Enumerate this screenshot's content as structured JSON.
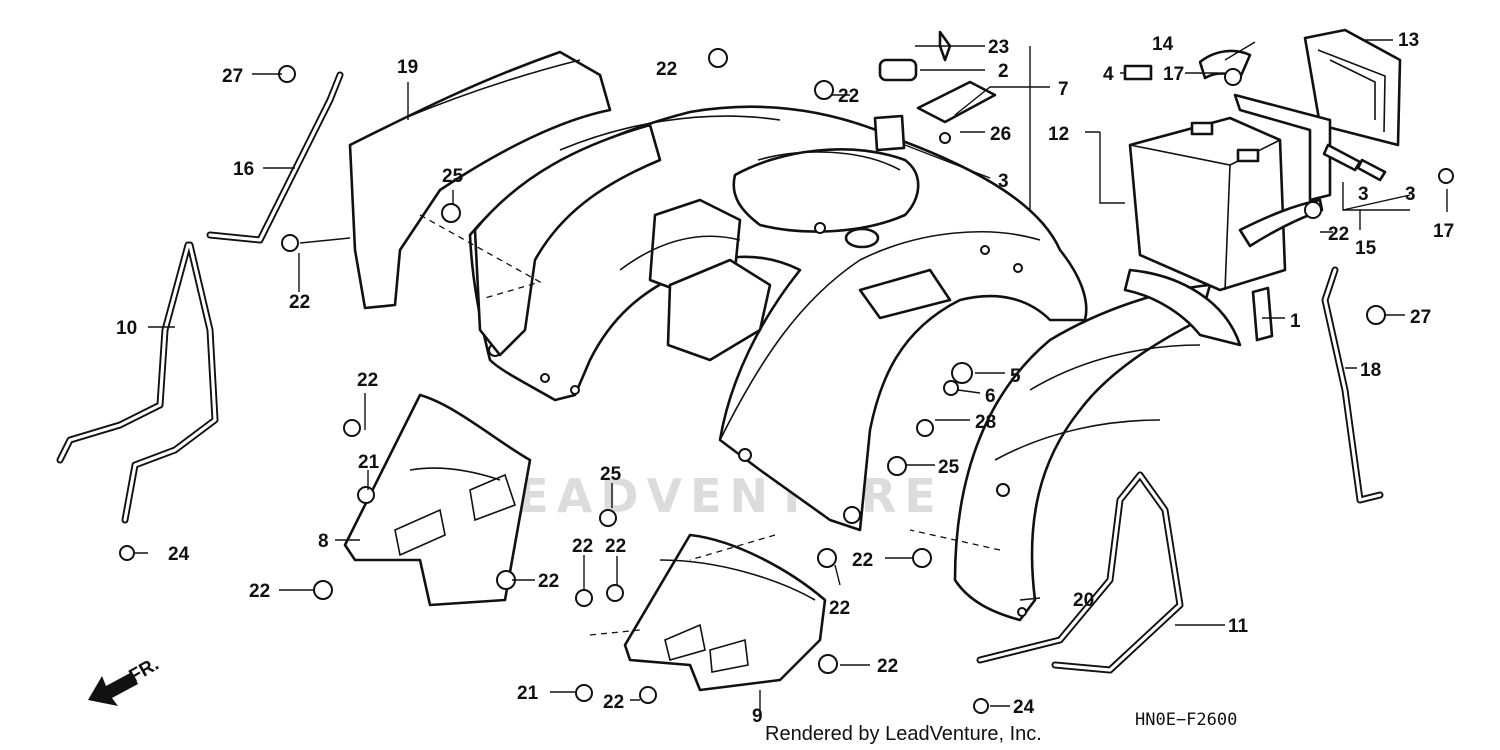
{
  "watermark": "LEADVENTURE",
  "diagram_code": "HN0E−F2600",
  "footer_credit": "Rendered by LeadVenture, Inc.",
  "direction_label": "FR.",
  "callouts": [
    "27",
    "19",
    "16",
    "10",
    "22",
    "22",
    "25",
    "22",
    "22",
    "21",
    "8",
    "22",
    "22",
    "24",
    "23",
    "2",
    "7",
    "22",
    "26",
    "3",
    "4",
    "12",
    "14",
    "17",
    "13",
    "17",
    "3",
    "3",
    "15",
    "22",
    "1",
    "27",
    "18",
    "5",
    "6",
    "28",
    "25",
    "25",
    "22",
    "22",
    "22",
    "22",
    "22",
    "22",
    "21",
    "22",
    "9",
    "20",
    "11",
    "24"
  ]
}
